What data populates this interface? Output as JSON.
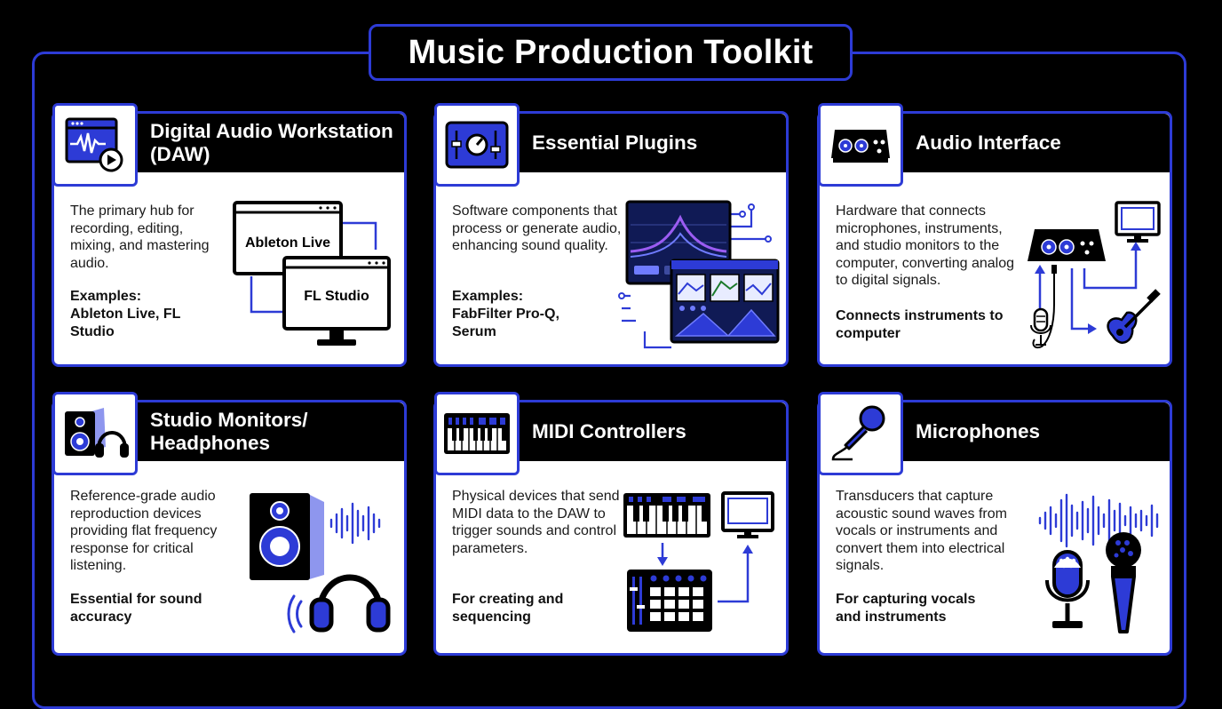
{
  "title": "Music Production Toolkit",
  "colors": {
    "accent": "#2d3bd6",
    "background": "#000000",
    "panel": "#ffffff"
  },
  "cards": [
    {
      "title": "Digital Audio Workstation (DAW)",
      "icon": "daw-waveform-icon",
      "description": "The primary hub for recording, editing, mixing, and mastering audio.",
      "note_label": "Examples:",
      "note_body": "Ableton Live, FL Studio",
      "illustration_labels": [
        "Ableton Live",
        "FL Studio"
      ]
    },
    {
      "title": "Essential Plugins",
      "icon": "plugin-knob-icon",
      "description": "Software components that process or generate audio, enhancing sound quality.",
      "note_label": "Examples:",
      "note_body": "FabFilter Pro-Q, Serum"
    },
    {
      "title": "Audio Interface",
      "icon": "audio-interface-icon",
      "description": "Hardware that connects microphones, instruments, and studio monitors to the computer, converting analog to digital signals.",
      "note": "Connects instruments to computer"
    },
    {
      "title": "Studio Monitors/ Headphones",
      "icon": "speaker-headphones-icon",
      "description": "Reference-grade audio reproduction devices providing flat frequency response for critical listening.",
      "note": "Essential for sound accuracy"
    },
    {
      "title": "MIDI Controllers",
      "icon": "midi-keyboard-icon",
      "description": "Physical devices that send MIDI data to the DAW to trigger sounds and control parameters.",
      "note": "For creating and sequencing"
    },
    {
      "title": "Microphones",
      "icon": "microphone-icon",
      "description": "Transducers that capture acoustic sound waves from vocals or instruments and convert them into electrical signals.",
      "note": "For capturing vocals and instruments"
    }
  ]
}
